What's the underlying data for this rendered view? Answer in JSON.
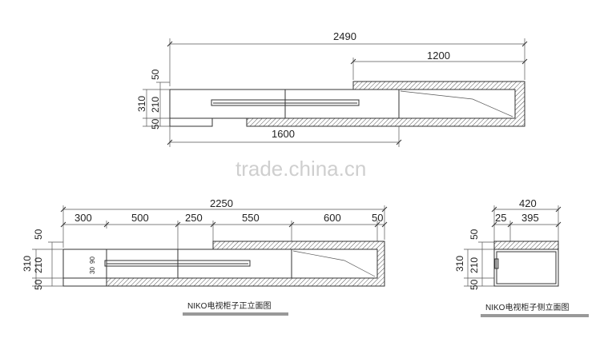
{
  "watermark": "trade.china.cn",
  "top_view": {
    "total_width": "2490",
    "right_segment": "1200",
    "bottom_width": "1600",
    "left_dims": [
      "50",
      "210",
      "50"
    ],
    "overall_height": "310"
  },
  "front_view": {
    "total_width": "2250",
    "segments": [
      "300",
      "500",
      "250",
      "550",
      "600",
      "50"
    ],
    "left_dims": [
      "50",
      "210",
      "50"
    ],
    "overall_height": "310",
    "inner_dims": [
      "30",
      "90"
    ],
    "caption": "NIKO电视柜子正立面图"
  },
  "side_view": {
    "total_width": "420",
    "segments": [
      "25",
      "395"
    ],
    "left_dims": [
      "50",
      "210",
      "50"
    ],
    "overall_height": "310",
    "caption": "NIKO电视柜子侧立面图"
  }
}
